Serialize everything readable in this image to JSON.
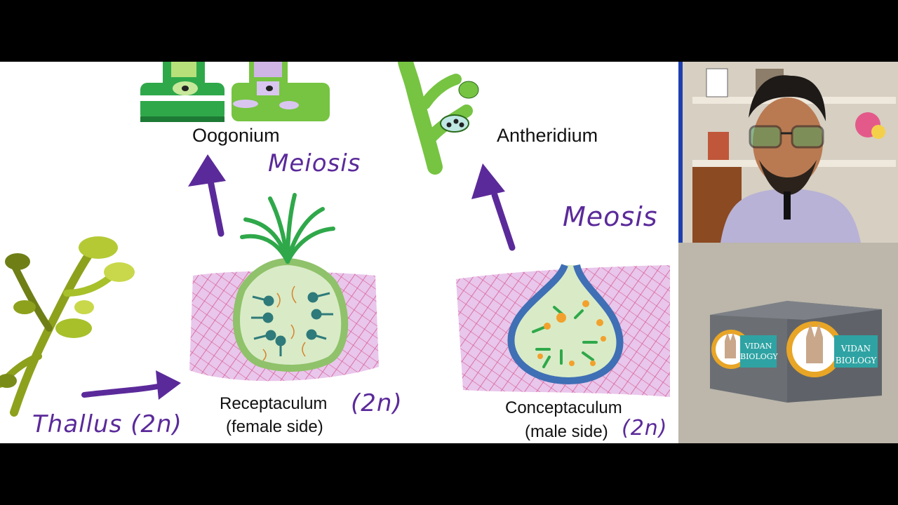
{
  "diagram": {
    "labels": {
      "oogonium": "Oogonium",
      "antheridium": "Antheridium",
      "receptaculum": "Receptaculum",
      "receptaculum_side": "(female side)",
      "conceptaculum": "Conceptaculum",
      "conceptaculum_side": "(male side)"
    },
    "handwritten": {
      "meiosis_left": "Meiosis",
      "meiosis_right": "Meosis",
      "thallus": "Thallus (2n)",
      "ploidy_receptaculum": "(2n)",
      "ploidy_conceptaculum": "(2n)"
    },
    "colors": {
      "annotation": "#5b2a9a",
      "tissue": "#e9c6ec",
      "hatch": "#d23a74",
      "cell_green": "#7bc23a",
      "conceptacle_wall": "#3f6fb5"
    }
  },
  "watermark": {
    "brand_line1": "VIDAN",
    "brand_line2": "BIOLOGY"
  }
}
